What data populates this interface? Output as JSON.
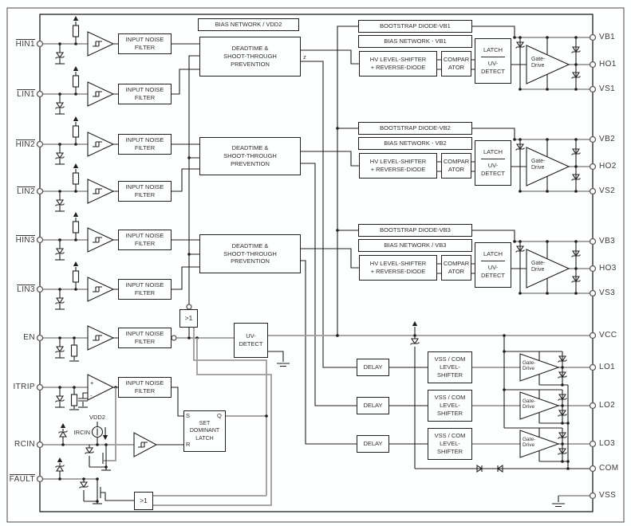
{
  "pins_left": [
    {
      "label": "HIN1",
      "overbar": true
    },
    {
      "label": "LIN1",
      "overbar": true
    },
    {
      "label": "HIN2",
      "overbar": true
    },
    {
      "label": "LIN2",
      "overbar": true
    },
    {
      "label": "HIN3",
      "overbar": true
    },
    {
      "label": "LIN3",
      "overbar": true
    },
    {
      "label": "EN",
      "overbar": false
    },
    {
      "label": "ITRIP",
      "overbar": false
    },
    {
      "label": "RCIN",
      "overbar": false
    },
    {
      "label": "FAULT",
      "overbar": true
    }
  ],
  "pins_right": [
    "VB1",
    "HO1",
    "VS1",
    "VB2",
    "HO2",
    "VS2",
    "VB3",
    "HO3",
    "VS3",
    "VCC",
    "LO1",
    "LO2",
    "LO3",
    "COM",
    "VSS"
  ],
  "labels": {
    "bias_vdd2": "BIAS NETWORK / VDD2",
    "input_noise_filter": "INPUT NOISE\nFILTER",
    "deadtime": "DEADTIME &\nSHOOT-THROUGH\nPREVENTION",
    "hv_shifter": "HV LEVEL-SHIFTER\n+ REVERSE-DIODE",
    "comparator": "COMPAR\nATOR",
    "latch": "LATCH",
    "uv_detect": "UV-\nDETECT",
    "gate_drive": "Gate-\nDrive",
    "delay": "DELAY",
    "vss_com_shifter": "VSS / COM\nLEVEL-\nSHIFTER",
    "set_dominant_latch": "SET\nDOMINANT\nLATCH",
    "or_gate": ">1",
    "s": "S",
    "r": "R",
    "q": "Q",
    "z": "z",
    "vdd2": "VDD2",
    "ircin": "IRCIN",
    "plus": "+",
    "minus": "-"
  },
  "channels": [
    {
      "bootstrap": "BOOTSTRAP DIODE-VB1",
      "bias": "BIAS NETWORK - VB1"
    },
    {
      "bootstrap": "BOOTSTRAP DIODE-VB2",
      "bias": "BIAS NETWORK - VB2"
    },
    {
      "bootstrap": "BOOTSTRAP DIODE-VB3",
      "bias": "BIAS NETWORK / VB3"
    }
  ],
  "colors": {
    "wire": "#1f1f1f",
    "wire_gray": "#9b9b9b",
    "background": "#fdfefe",
    "text": "#2e2e2e"
  }
}
